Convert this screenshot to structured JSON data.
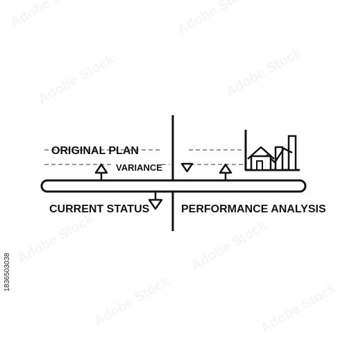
{
  "labels": {
    "original_plan": "ORIGINAL PLAN",
    "variance": "VARIANCE",
    "current_status": "CURRENT STATUS",
    "performance_analysis": "PERFORMANCE ANALYSIS"
  },
  "watermark": {
    "text": "Adobe Stock",
    "stock_id": "1836503038"
  },
  "icons": {
    "arrow_up": "arrow-up-icon",
    "arrow_down": "arrow-down-icon",
    "chart": "bar-line-chart-icon",
    "house": "house-icon"
  },
  "colors": {
    "ink": "#111111",
    "dashed_line": "#9a9a9a",
    "background": "#ffffff"
  }
}
